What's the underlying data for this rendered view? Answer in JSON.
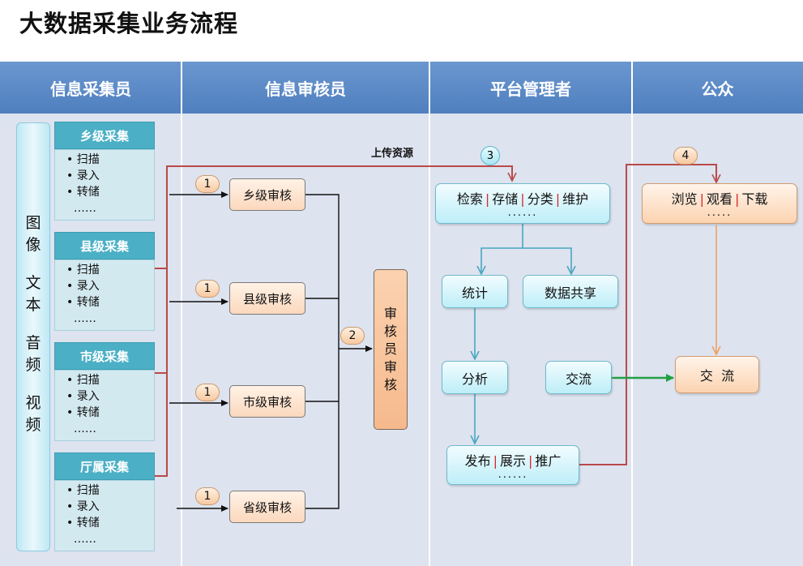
{
  "title": "大数据采集业务流程",
  "lanes": [
    "信息采集员",
    "信息审核员",
    "平台管理者",
    "公众"
  ],
  "media_types": [
    "图",
    "像",
    "文",
    "本",
    "音",
    "频",
    "视",
    "频"
  ],
  "collect_groups": [
    {
      "title": "乡级采集",
      "items": [
        "扫描",
        "录入",
        "转储",
        "……"
      ]
    },
    {
      "title": "县级采集",
      "items": [
        "扫描",
        "录入",
        "转储",
        "……"
      ]
    },
    {
      "title": "市级采集",
      "items": [
        "扫描",
        "录入",
        "转储",
        "……"
      ]
    },
    {
      "title": "厅属采集",
      "items": [
        "扫描",
        "录入",
        "转储",
        "……"
      ]
    }
  ],
  "reviews": [
    "乡级审核",
    "县级审核",
    "市级审核",
    "省级审核"
  ],
  "step_numbers": [
    "1",
    "2",
    "3",
    "4"
  ],
  "audit_label": [
    "审",
    "核",
    "员",
    "审",
    "核"
  ],
  "upload_label": "上传资源",
  "platform": {
    "manage": [
      "检索",
      "存储",
      "分类",
      "维护"
    ],
    "stats": "统计",
    "share": "数据共享",
    "analysis": "分析",
    "exchange": "交流",
    "publish": [
      "发布",
      "展示",
      "推广"
    ],
    "dots": "......"
  },
  "public": {
    "browse": [
      "浏览",
      "观看",
      "下载"
    ],
    "exchange": "交  流",
    "dots": "....."
  }
}
